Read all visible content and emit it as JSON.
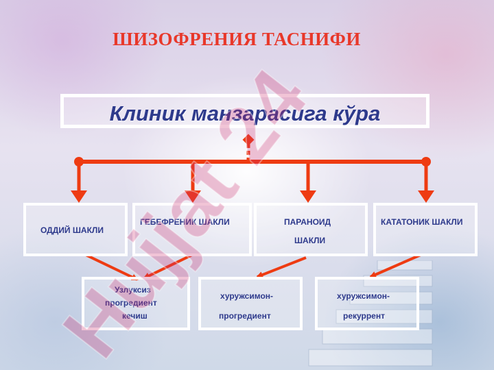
{
  "title": "ШИЗОФРЕНИЯ ТАСНИФИ",
  "subtitle": "Клиник манзарасига кўра",
  "forms": {
    "simple": "ОДДИЙ ШАКЛИ",
    "hebephrenic": "ГЕБЕФРЕНИК ШАКЛИ",
    "paranoid_line1": "ПАРАНОИД",
    "paranoid_line2": "ШАКЛИ",
    "catatonic": "КАТАТОНИК ШАКЛИ"
  },
  "courses": {
    "continuous_line1": "Узлуксиз",
    "continuous_line2": "прогредиент",
    "continuous_line3": "кечиш",
    "shubo_progr_line1": "хуружсимон-",
    "shubo_progr_line2": "прогредиент",
    "shubo_recur_line1": "хуружсимон-",
    "shubo_recur_line2": "рекуррент"
  },
  "watermark": "Hujjat 24",
  "colors": {
    "title": "#e8382a",
    "text": "#2e3a8c",
    "arrow": "#ee3b12",
    "box_border": "#ffffff"
  }
}
